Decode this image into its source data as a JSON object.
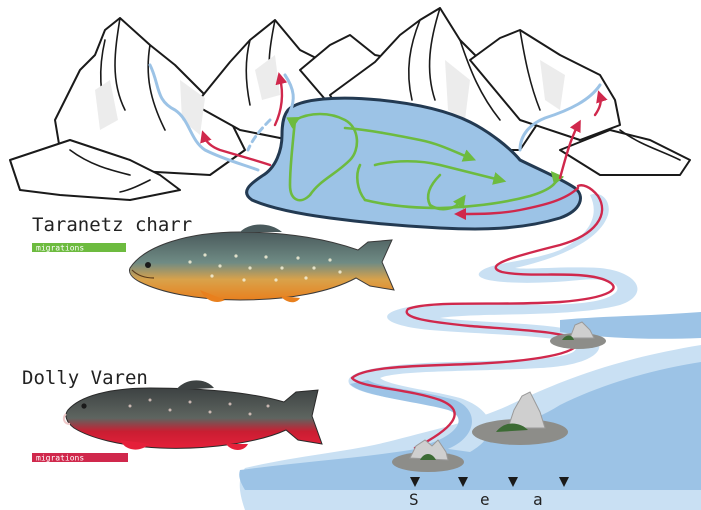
{
  "species": [
    {
      "name": "Taranetz charr",
      "legend_label": "migrations",
      "color": "#6dbb3f"
    },
    {
      "name": "Dolly Varen",
      "legend_label": "migrations",
      "color": "#d0284c"
    }
  ],
  "sea_label": [
    "S",
    "e",
    "a"
  ],
  "colors": {
    "lake": "#9cc3e6",
    "lake_outline": "#233a52",
    "river_light": "#c9e0f3",
    "river_dark": "#7fb0db",
    "resident_route": "#6dbb3f",
    "anadromous_route": "#d0284c",
    "mountain_line": "#1a1a1a",
    "island": "#8d8d89"
  },
  "icons": [
    "mountain-range-icon",
    "charr-fish-icon",
    "dolly-varden-fish-icon",
    "island-icon",
    "down-triangle-icon"
  ]
}
